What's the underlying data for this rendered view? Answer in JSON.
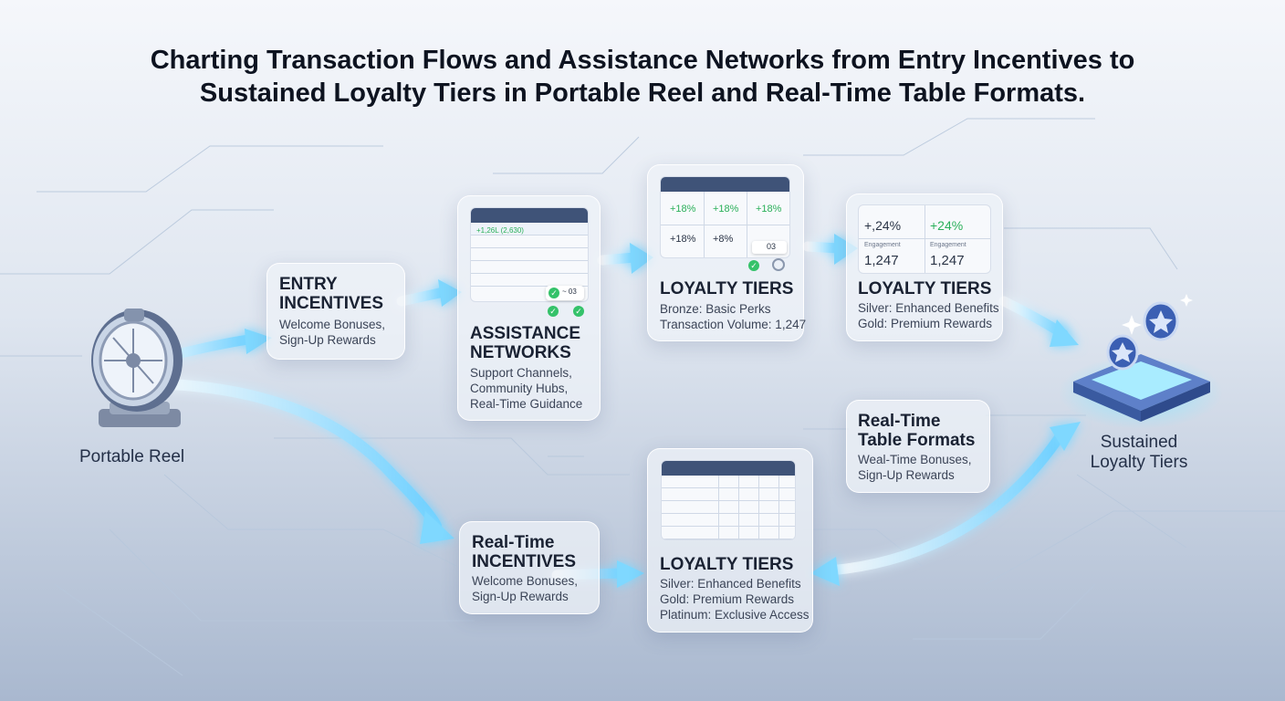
{
  "title": {
    "line1": "Charting Transaction Flows and Assistance Networks from Entry Incentives to",
    "line2": "Sustained Loyalty Tiers in Portable Reel and Real-Time Table Formats."
  },
  "nodes": {
    "portable_reel": {
      "label": "Portable Reel"
    },
    "sustained": {
      "line1": "Sustained",
      "line2": "Loyalty Tiers"
    },
    "entry": {
      "t1": "ENTRY",
      "t2": "INCENTIVES",
      "l1": "Welcome Bonuses,",
      "l2": "Sign-Up Rewards"
    },
    "assistance": {
      "t1": "ASSISTANCE",
      "t2": "NETWORKS",
      "l1": "Support Channels,",
      "l2": "Community Hubs,",
      "l3": "Real-Time Guidance",
      "mini_value": "+1,26L (2,630)",
      "mini_badge": "~ 03"
    },
    "loyalty_bronze": {
      "t1": "LOYALTY TIERS",
      "l1": "Bronze: Basic Perks",
      "l2": "Transaction Volume: 1,247",
      "mini_vals": [
        "+18%",
        "+18%",
        "+18%",
        "+18%",
        "+8%"
      ],
      "mini_badge": "03"
    },
    "loyalty_silver": {
      "t1": "LOYALTY TIERS",
      "l1": "Silver: Enhanced Benefits",
      "l2": "Gold: Premium Rewards",
      "mini_vals": [
        "+,24%",
        "+24%",
        "1,247",
        "1,247"
      ],
      "mini_caps": [
        "Engagement",
        "Engagement"
      ]
    },
    "realtime_table": {
      "t1": "Real-Time",
      "t2": "Table Formats",
      "l1": "Weal-Time Bonuses,",
      "l2": "Sign-Up Rewards"
    },
    "realtime_incentives": {
      "t1": "Real-Time",
      "t2": "INCENTIVES",
      "l1": "Welcome Bonuses,",
      "l2": "Sign-Up Rewards"
    },
    "loyalty_platinum": {
      "t1": "LOYALTY TIERS",
      "l1": "Silver: Enhanced Benefits",
      "l2": "Gold: Premium Rewards",
      "l3": "Platinum: Exclusive Access"
    }
  },
  "colors": {
    "arrow": "#7fd8ff",
    "accent": "#3f5378",
    "positive": "#2bb05a"
  }
}
